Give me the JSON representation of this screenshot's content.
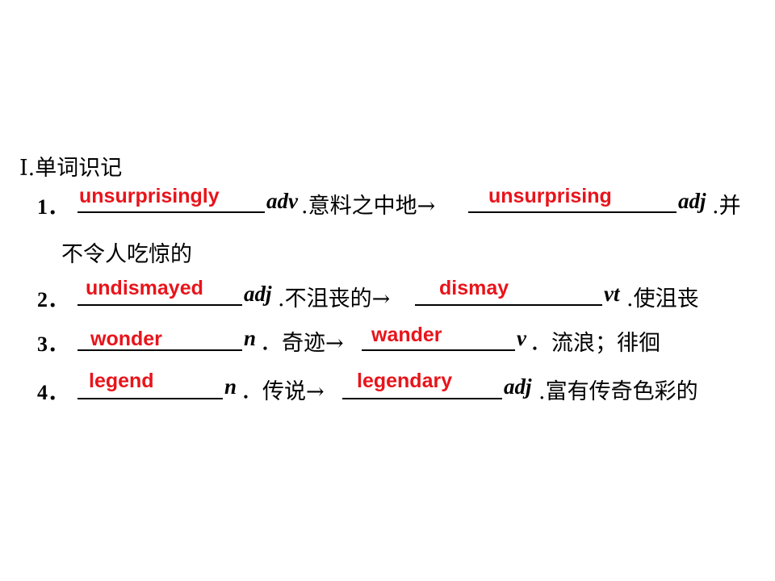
{
  "heading": "Ⅰ.单词识记",
  "items": [
    {
      "num": "1．",
      "answer1": "unsurprisingly",
      "pos1": "adv",
      "mid": ".意料之中地→",
      "answer2": "unsurprising",
      "pos2": "adj",
      "tail": ".并",
      "cont": "不令人吃惊的"
    },
    {
      "num": "2．",
      "answer1": "undismayed",
      "pos1": "adj",
      "mid": ".不沮丧的→",
      "answer2": "dismay",
      "pos2": "vt",
      "tail": ".使沮丧"
    },
    {
      "num": "3．",
      "answer1": "wonder",
      "pos1": "n",
      "mid": "．奇迹→",
      "answer2": "wander",
      "pos2": "v",
      "tail": "．流浪；徘徊"
    },
    {
      "num": "4．",
      "answer1": "legend",
      "pos1": "n",
      "mid": "．传说→",
      "answer2": "legendary",
      "pos2": "adj",
      "tail": ".富有传奇色彩的"
    }
  ],
  "colors": {
    "answer": "#e8141b",
    "text": "#000000"
  }
}
